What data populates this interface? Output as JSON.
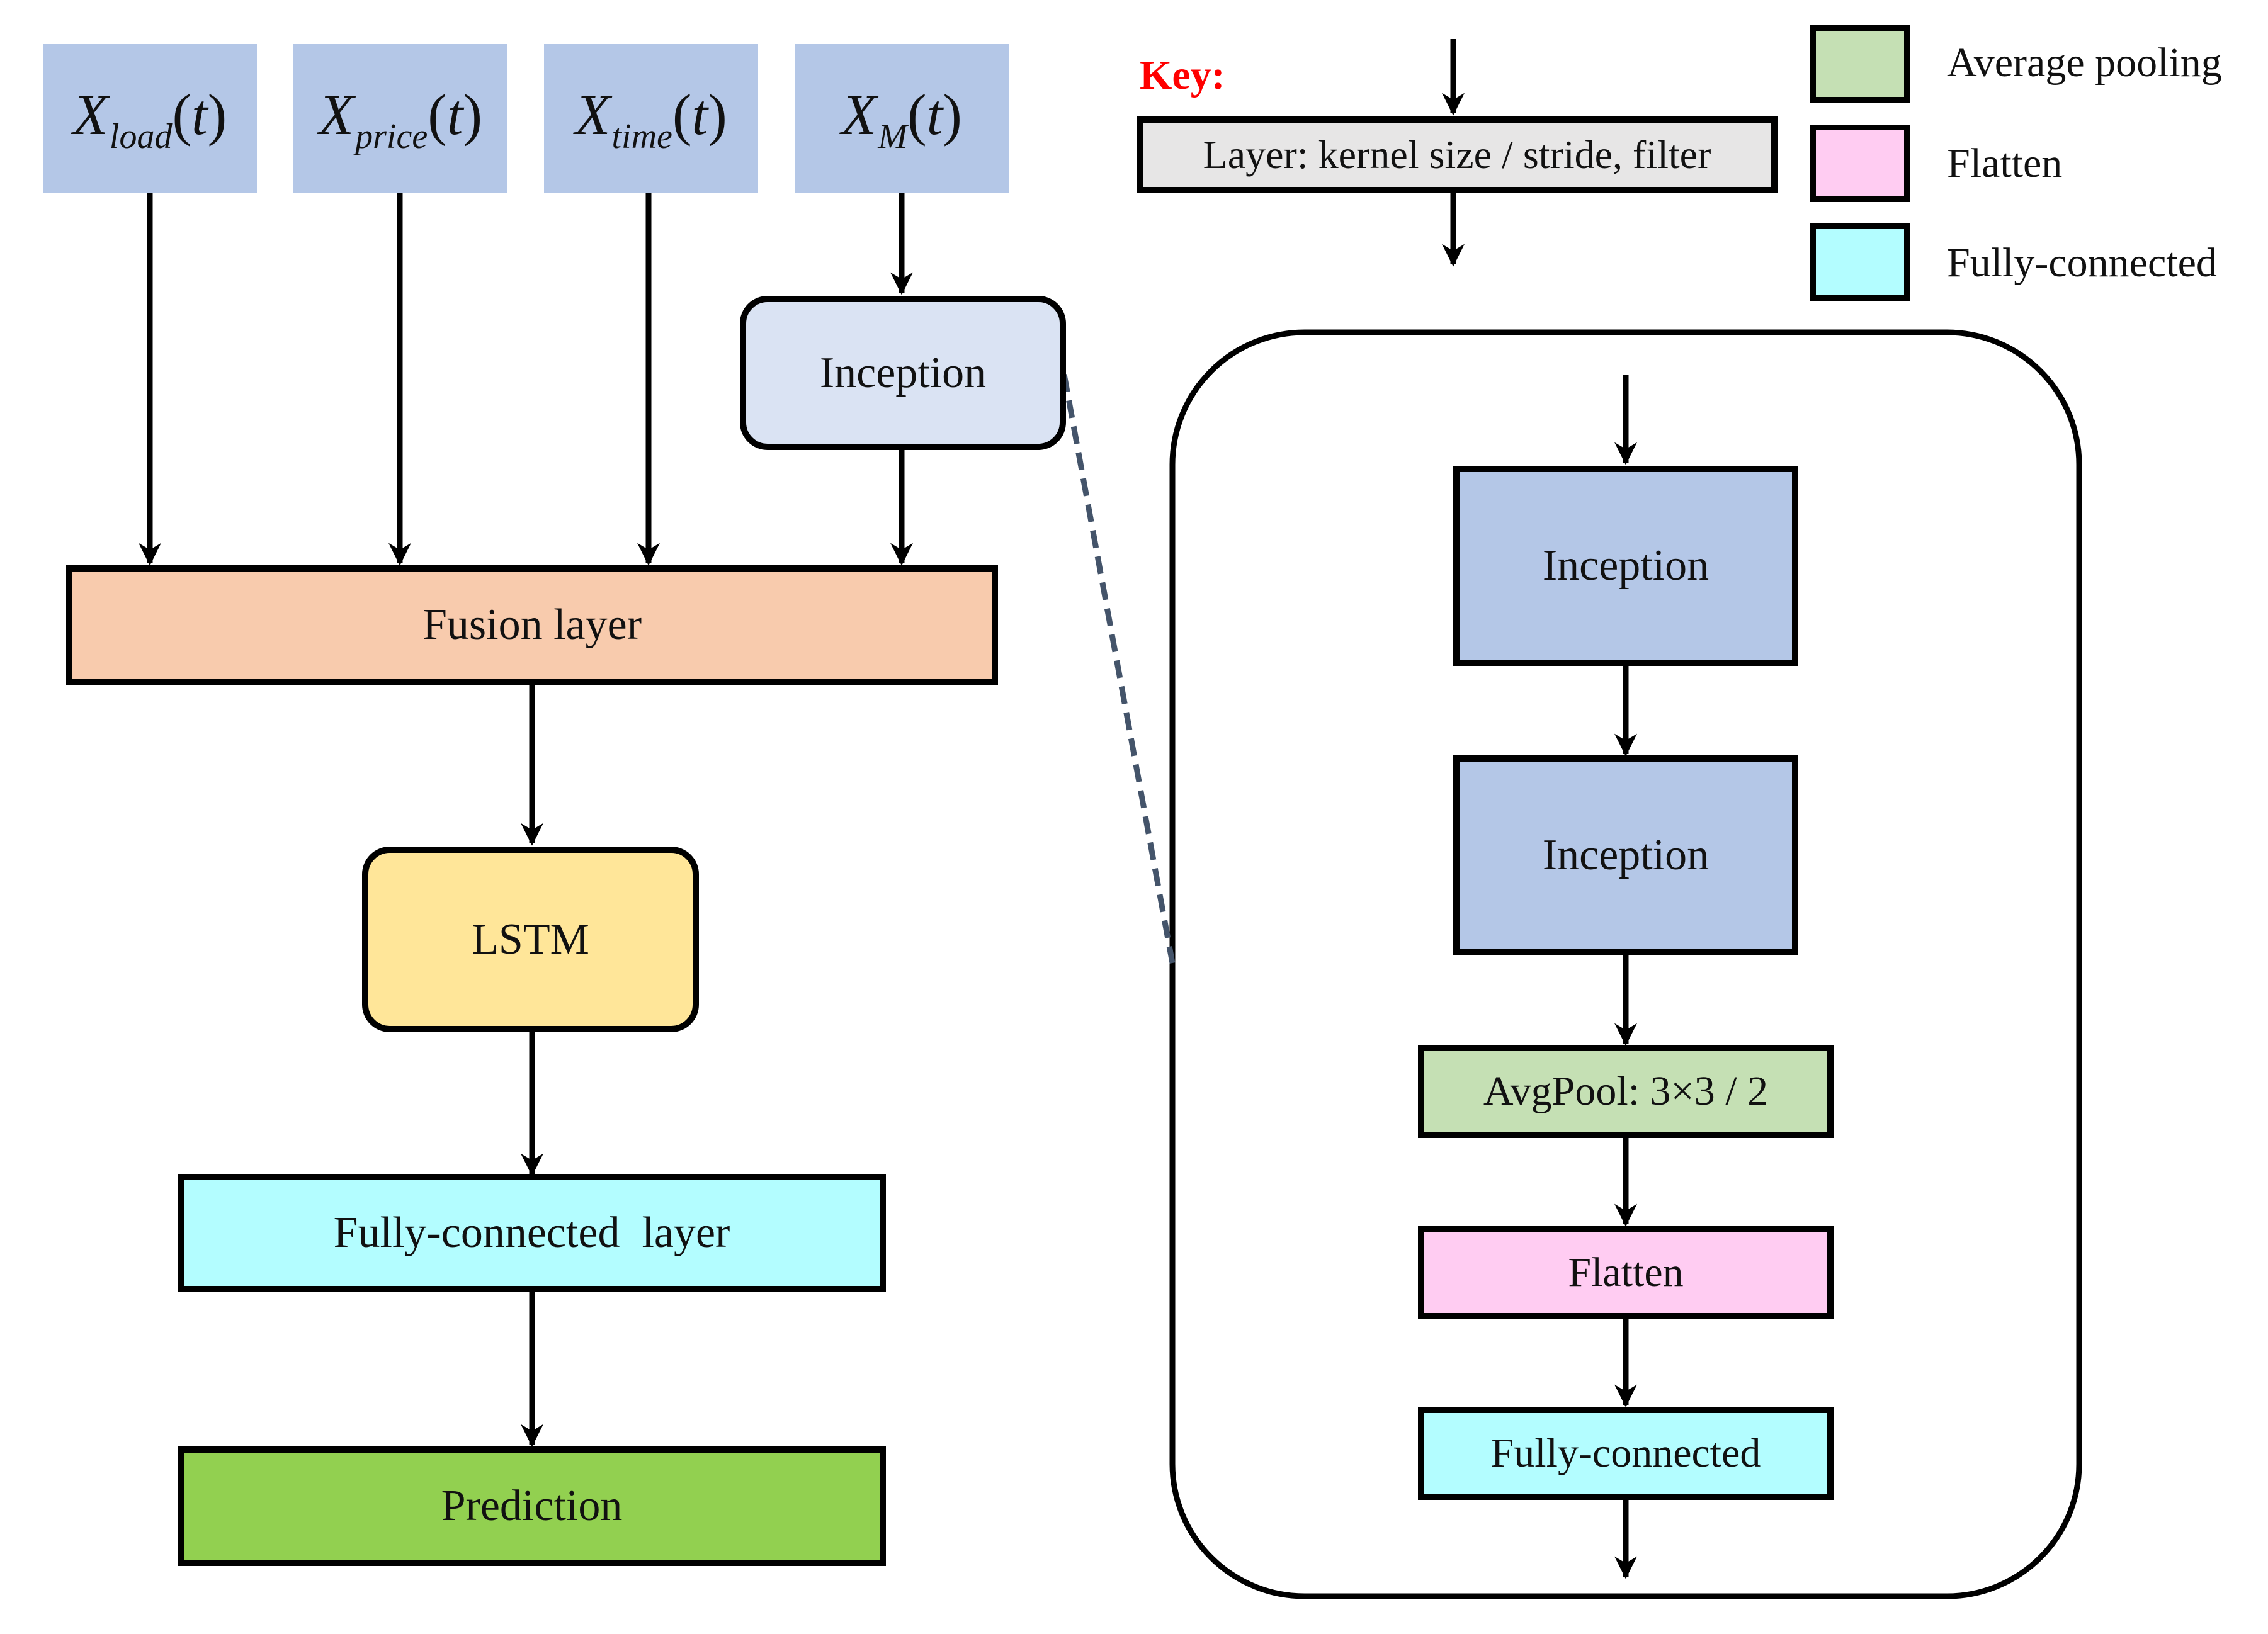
{
  "inputs": [
    {
      "symbol": "X",
      "sub": "load",
      "arg": "t"
    },
    {
      "symbol": "X",
      "sub": "price",
      "arg": "t"
    },
    {
      "symbol": "X",
      "sub": "time",
      "arg": "t"
    },
    {
      "symbol": "X",
      "sub": "M",
      "arg": "t"
    }
  ],
  "main": {
    "inception": "Inception",
    "fusion": "Fusion layer",
    "lstm": "LSTM",
    "fc": "Fully-connected  layer",
    "prediction": "Prediction"
  },
  "key": {
    "title": "Key:",
    "layer_example": "Layer: kernel size / stride, filter"
  },
  "legend": [
    {
      "label": "Average pooling",
      "color": "#c5e0b4"
    },
    {
      "label": "Flatten",
      "color": "#ffccf2"
    },
    {
      "label": "Fully-connected",
      "color": "#b3fdff"
    }
  ],
  "detail": {
    "inception1": "Inception",
    "inception2": "Inception",
    "avgpool": "AvgPool: 3×3 / 2",
    "flatten": "Flatten",
    "fc": "Fully-connected"
  },
  "colors": {
    "input": "#b4c7e7",
    "inception_small": "#dae3f3",
    "fusion": "#f8cbad",
    "lstm": "#ffe699",
    "fc": "#b3fdff",
    "prediction": "#92d050",
    "inception_detail": "#b4c7e7",
    "avgpool": "#c5e0b4",
    "flatten": "#ffccf2",
    "key_box": "#e7e6e6",
    "dashed_line": "#44546a",
    "key_title": "#ff0000"
  }
}
